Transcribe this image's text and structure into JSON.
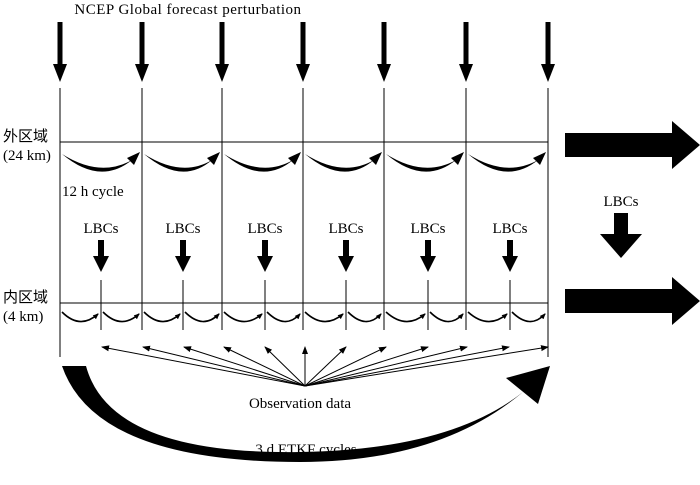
{
  "header": {
    "title": "NCEP Global forecast perturbation"
  },
  "outer_domain": {
    "name": "外区域",
    "resolution": "(24 km)"
  },
  "inner_domain": {
    "name": "内区域",
    "resolution": "(4 km)"
  },
  "cycle_label": "12 h cycle",
  "lbcs_label": "LBCs",
  "observation_label": "Observation data",
  "etkf_label": "3 d ETKF cycles",
  "colors": {
    "ink": "#000000",
    "background": "#ffffff"
  }
}
